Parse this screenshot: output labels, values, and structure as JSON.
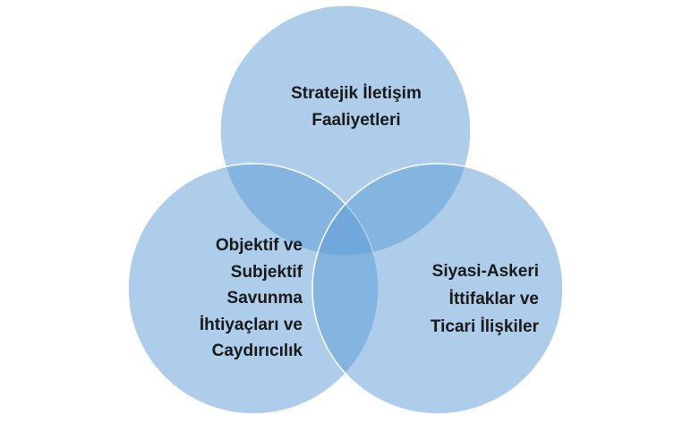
{
  "colors": {
    "circle_fill": "#5b9bd5",
    "outline": "#ffffff",
    "text": "#1a1a1a"
  },
  "circles": {
    "top": {
      "lines": [
        "Stratejik İletişim",
        "Faaliyetleri"
      ]
    },
    "left": {
      "lines": [
        "Objektif ve",
        "Subjektif",
        "Savunma",
        "İhtiyaçları ve",
        "Caydırıcılık"
      ]
    },
    "right": {
      "lines": [
        "Siyasi-Askeri",
        "İttifaklar ve",
        "Ticari İlişkiler"
      ]
    }
  }
}
